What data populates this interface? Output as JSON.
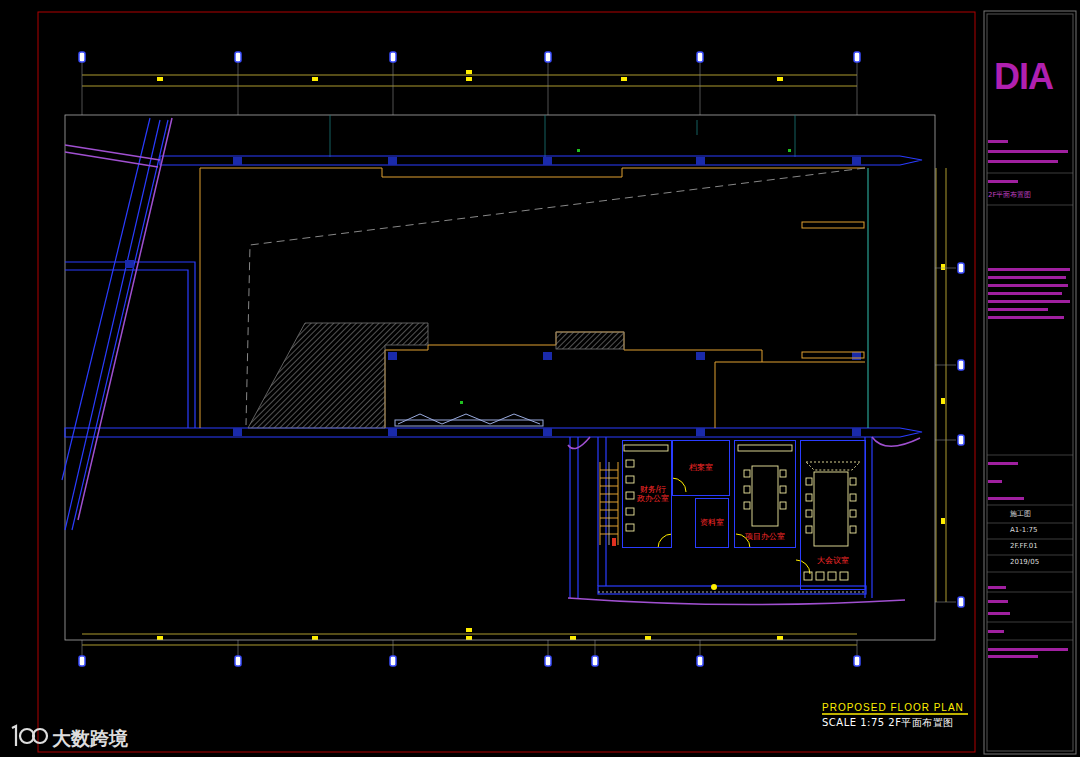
{
  "diagram": {
    "title": "PROPOSED FLOOR PLAN",
    "caption": "SCALE 1:75 2F平面布置图",
    "nodes": [
      {
        "text": [
          "财务/行政办公室"
        ]
      },
      {
        "text": [
          "档案室"
        ]
      },
      {
        "text": [
          "资料室"
        ]
      },
      {
        "text": [
          "项目办公室"
        ]
      },
      {
        "text": [
          "大会议室"
        ]
      }
    ],
    "labels": [
      "DIA",
      "2F平面布置图",
      "施工图",
      "A1-1:75",
      "2F.FF.01",
      "2019/05",
      "大数跨境"
    ]
  }
}
